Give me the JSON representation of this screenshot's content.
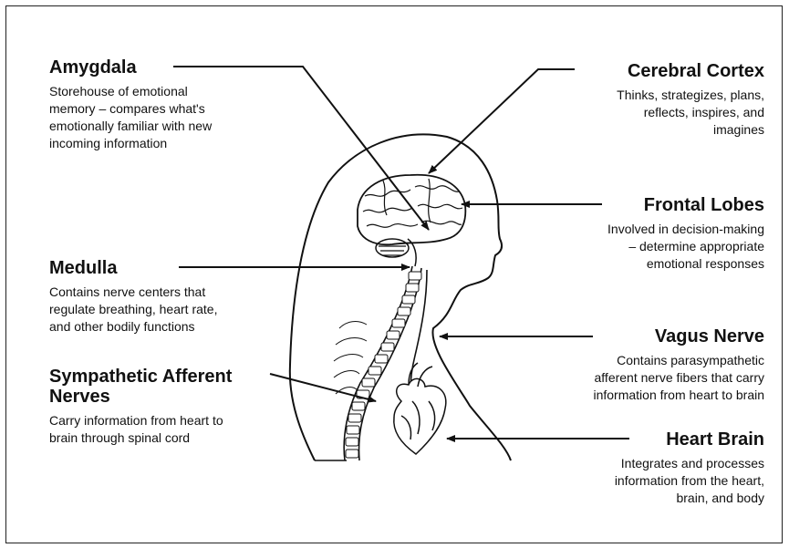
{
  "labels": {
    "amygdala": {
      "title": "Amygdala",
      "desc": "Storehouse of emotional\nmemory – compares what's\nemotionally familiar with new\nincoming information"
    },
    "cerebral_cortex": {
      "title": "Cerebral Cortex",
      "desc": "Thinks, strategizes, plans,\nreflects, inspires, and\nimagines"
    },
    "frontal_lobes": {
      "title": "Frontal Lobes",
      "desc": "Involved in decision-making\n– determine appropriate\nemotional responses"
    },
    "medulla": {
      "title": "Medulla",
      "desc": "Contains nerve centers that\nregulate breathing, heart rate,\nand other bodily functions"
    },
    "vagus_nerve": {
      "title": "Vagus Nerve",
      "desc": "Contains parasympathetic\nafferent nerve fibers that carry\ninformation from heart to brain"
    },
    "sympathetic": {
      "title": "Sympathetic Afferent\nNerves",
      "desc": "Carry information from heart to\nbrain through spinal cord"
    },
    "heart_brain": {
      "title": "Heart Brain",
      "desc": "Integrates and processes\ninformation from the heart,\nbrain, and body"
    }
  },
  "colors": {
    "line": "#111111",
    "background": "#ffffff"
  }
}
